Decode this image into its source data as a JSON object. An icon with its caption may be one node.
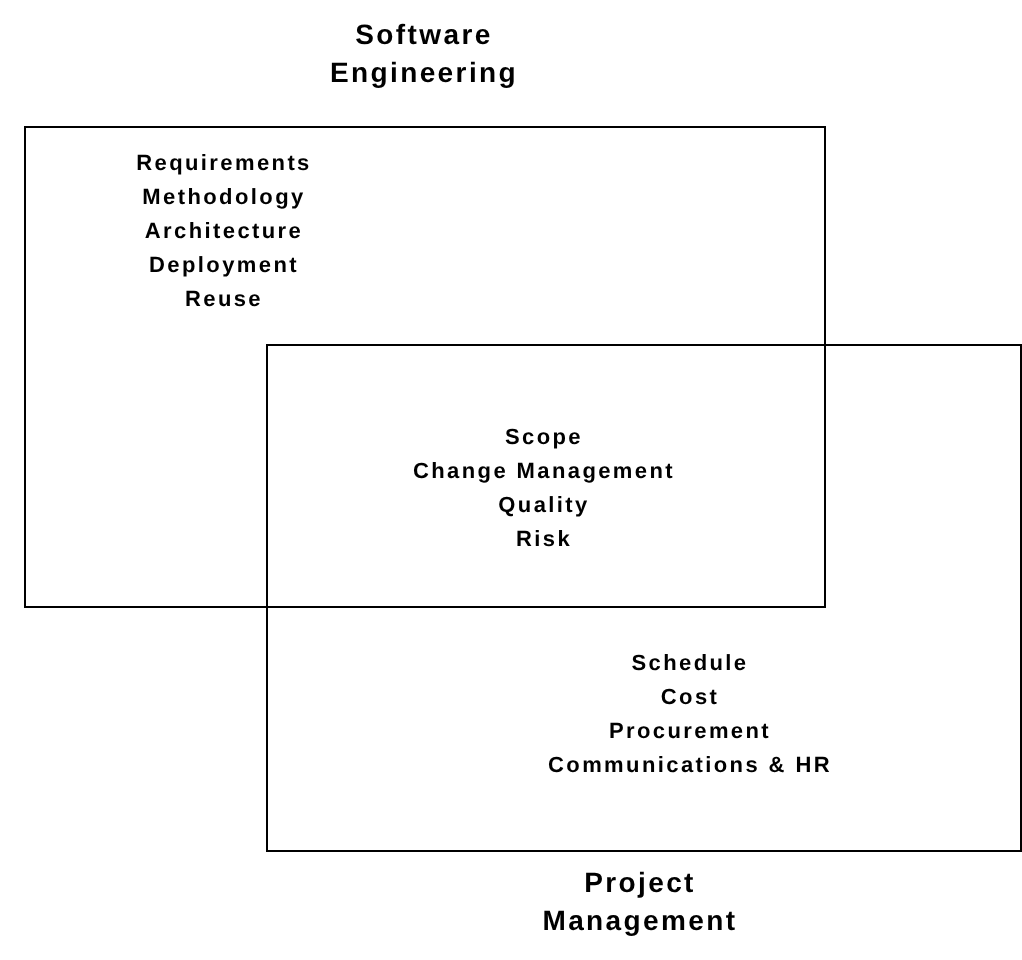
{
  "diagram": {
    "nodes": [
      {
        "text": [
          "Software Engineering",
          "Requirements",
          "Methodology",
          "Architecture",
          "Deployment",
          "Reuse"
        ]
      },
      {
        "text": [
          "Schedule",
          "Cost",
          "Procurement",
          "Communications & HR",
          "Project Management"
        ]
      }
    ],
    "edges": [],
    "labels": [
      "Scope",
      "Change Management",
      "Quality",
      "Risk"
    ]
  }
}
